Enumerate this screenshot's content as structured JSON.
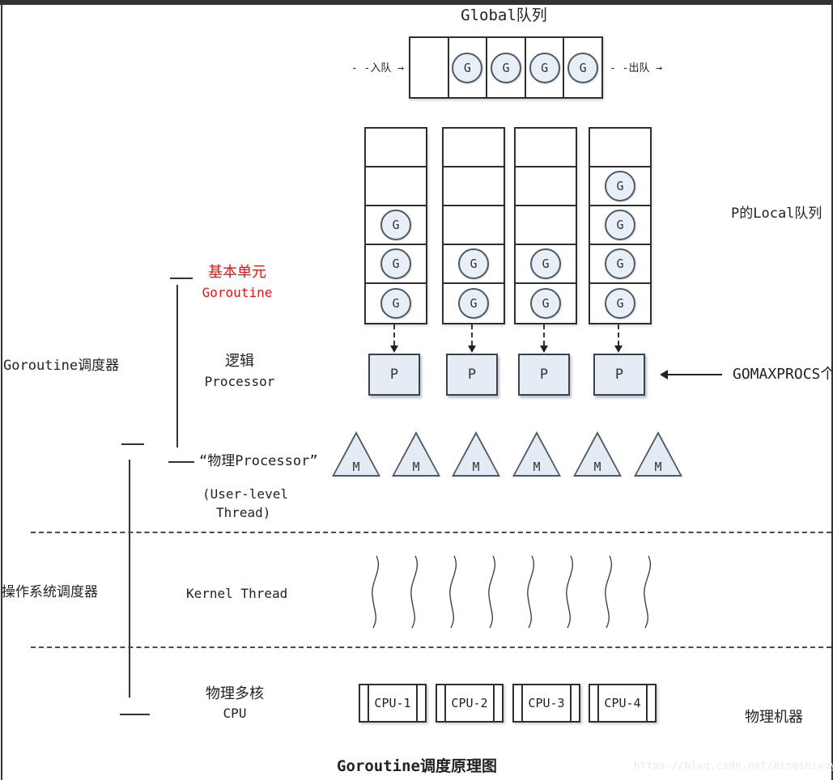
{
  "colors": {
    "top_bar": "#333333",
    "shape_fill": "#e9eff7",
    "shape_border": "#4e5a68",
    "line": "#2f2f2f",
    "red_accent": "#ee1111",
    "watermark_gray": "#eaeaea"
  },
  "global_queue": {
    "title": "Global队列",
    "enqueue_label": "- -入队 →",
    "dequeue_label": "- -出队 →",
    "g_label": "G",
    "cells": [
      0,
      1,
      1,
      1,
      1
    ]
  },
  "local_queues": {
    "label": "P的Local队列",
    "g_label": "G",
    "columns": [
      [
        0,
        0,
        1,
        1,
        1
      ],
      [
        0,
        0,
        0,
        1,
        1
      ],
      [
        0,
        0,
        0,
        1,
        1
      ],
      [
        0,
        1,
        1,
        1,
        1
      ]
    ]
  },
  "scheduler": {
    "left_label": "Goroutine调度器",
    "unit_line1": "基本单元",
    "unit_line2": "Goroutine",
    "logical_line1": "逻辑",
    "logical_line2": "Processor",
    "p_label": "P",
    "p_count": 4,
    "gomaxprocs_label": "GOMAXPROCS个",
    "physical_processor_label": "“物理Processor”",
    "user_level_line1": "(User-level",
    "user_level_line2": "Thread)",
    "m_label": "M",
    "m_count": 6
  },
  "os_scheduler": {
    "left_label": "操作系统调度器",
    "kernel_thread_label": "Kernel Thread",
    "thread_wave_count": 8
  },
  "hardware": {
    "cpu_title_line1": "物理多核",
    "cpu_title_line2": "CPU",
    "cpus": [
      "CPU-1",
      "CPU-2",
      "CPU-3",
      "CPU-4"
    ],
    "machine_label": "物理机器"
  },
  "caption": "Goroutine调度原理图",
  "watermark": "https://blog.csdn.net/bingshiwuyu"
}
